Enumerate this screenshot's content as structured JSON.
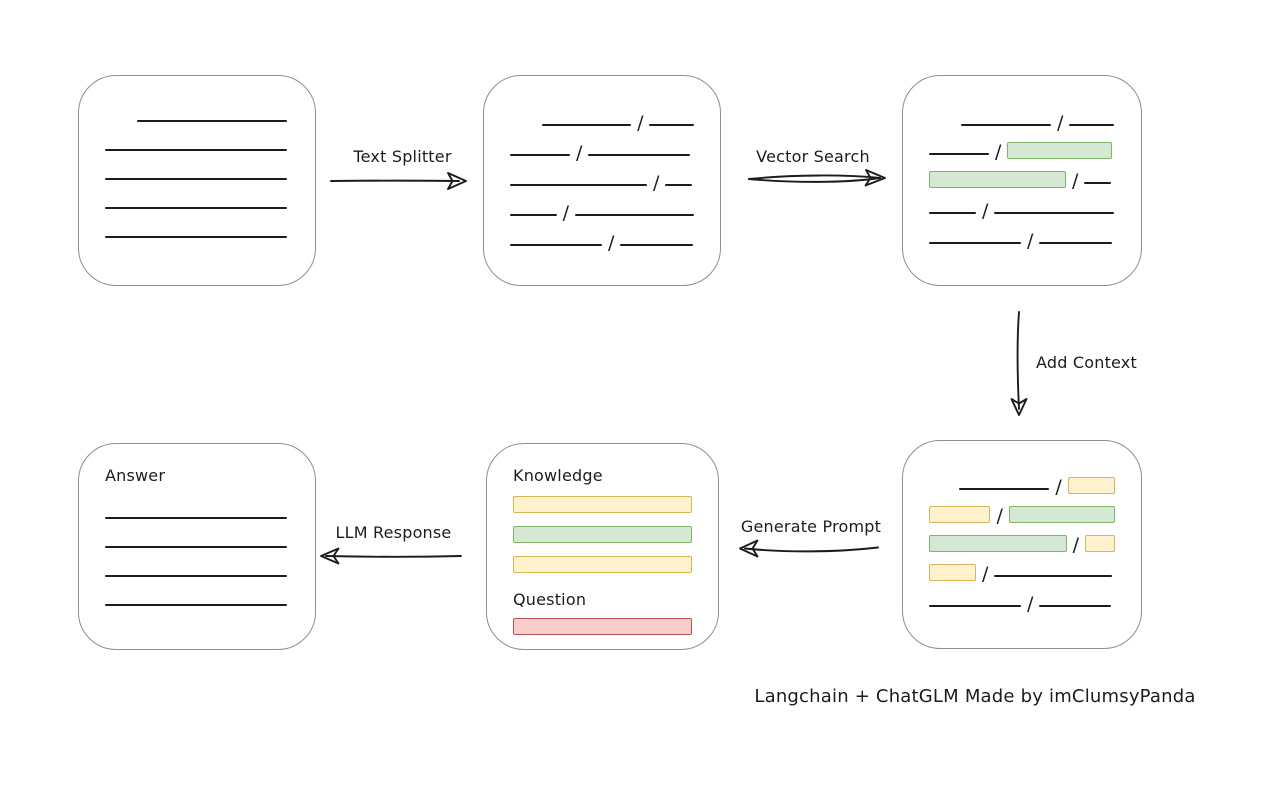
{
  "caption": "Langchain + ChatGLM Made by imClumsyPanda",
  "separator": "/",
  "arrows": {
    "text_splitter": "Text Splitter",
    "vector_search": "Vector Search",
    "add_context": "Add Context",
    "generate_prompt": "Generate Prompt",
    "llm_response": "LLM Response"
  },
  "colors": {
    "ink": "#1c1c1c",
    "box_border": "#8f8f8f",
    "green_fill": "#d5e8d4",
    "green_border": "#82b366",
    "yellow_fill": "#fff2cc",
    "yellow_border": "#d6b656",
    "red_fill": "#f8cecc",
    "red_border": "#b85450"
  },
  "boxes": {
    "document": {
      "rows": [
        {
          "indent": 32,
          "segs": [
            {
              "t": "line",
              "w": 150
            }
          ]
        },
        {
          "mt": 15,
          "segs": [
            {
              "t": "line",
              "w": 182
            }
          ]
        },
        {
          "mt": 15,
          "segs": [
            {
              "t": "line",
              "w": 182
            }
          ]
        },
        {
          "mt": 15,
          "segs": [
            {
              "t": "line",
              "w": 182
            }
          ]
        },
        {
          "mt": 15,
          "segs": [
            {
              "t": "line",
              "w": 182
            }
          ]
        }
      ]
    },
    "split_text": {
      "rows": [
        {
          "indent": 32,
          "segs": [
            {
              "t": "line",
              "w": 90
            },
            {
              "t": "slash"
            },
            {
              "t": "line",
              "w": 45
            }
          ]
        },
        {
          "mt": 16,
          "segs": [
            {
              "t": "line",
              "w": 60
            },
            {
              "t": "slash"
            },
            {
              "t": "line",
              "w": 102
            }
          ]
        },
        {
          "mt": 16,
          "segs": [
            {
              "t": "line",
              "w": 137
            },
            {
              "t": "slash"
            },
            {
              "t": "line",
              "w": 27
            }
          ]
        },
        {
          "mt": 16,
          "segs": [
            {
              "t": "line",
              "w": 47
            },
            {
              "t": "slash"
            },
            {
              "t": "line",
              "w": 120
            }
          ]
        },
        {
          "mt": 16,
          "segs": [
            {
              "t": "line",
              "w": 92
            },
            {
              "t": "slash"
            },
            {
              "t": "line",
              "w": 73
            }
          ]
        }
      ]
    },
    "vector_result": {
      "rows": [
        {
          "indent": 32,
          "segs": [
            {
              "t": "line",
              "w": 90
            },
            {
              "t": "slash"
            },
            {
              "t": "line",
              "w": 45
            }
          ]
        },
        {
          "mt": 16,
          "segs": [
            {
              "t": "line",
              "w": 60
            },
            {
              "t": "slash"
            },
            {
              "t": "green",
              "w": 105
            }
          ]
        },
        {
          "mt": 16,
          "segs": [
            {
              "t": "green",
              "w": 137
            },
            {
              "t": "slash"
            },
            {
              "t": "line",
              "w": 27
            }
          ]
        },
        {
          "mt": 16,
          "segs": [
            {
              "t": "line",
              "w": 47
            },
            {
              "t": "slash"
            },
            {
              "t": "line",
              "w": 120
            }
          ]
        },
        {
          "mt": 16,
          "segs": [
            {
              "t": "line",
              "w": 92
            },
            {
              "t": "slash"
            },
            {
              "t": "line",
              "w": 73
            }
          ]
        }
      ]
    },
    "context_result": {
      "rows": [
        {
          "indent": 30,
          "segs": [
            {
              "t": "line",
              "w": 92
            },
            {
              "t": "slash"
            },
            {
              "t": "yellow",
              "w": 48
            }
          ]
        },
        {
          "mt": 16,
          "segs": [
            {
              "t": "yellow",
              "w": 62
            },
            {
              "t": "slash"
            },
            {
              "t": "green",
              "w": 107
            }
          ]
        },
        {
          "mt": 16,
          "segs": [
            {
              "t": "green",
              "w": 138
            },
            {
              "t": "slash"
            },
            {
              "t": "yellow",
              "w": 30
            }
          ]
        },
        {
          "mt": 16,
          "segs": [
            {
              "t": "yellow",
              "w": 47
            },
            {
              "t": "slash"
            },
            {
              "t": "line",
              "w": 118
            }
          ]
        },
        {
          "mt": 16,
          "segs": [
            {
              "t": "line",
              "w": 92
            },
            {
              "t": "slash"
            },
            {
              "t": "line",
              "w": 72
            }
          ]
        }
      ]
    },
    "prompt": {
      "rows": [
        {
          "segs": [
            {
              "t": "label",
              "text": "Knowledge",
              "name": "knowledge-label"
            }
          ]
        },
        {
          "mt": 11,
          "segs": [
            {
              "t": "yellow",
              "w": 180
            }
          ]
        },
        {
          "mt": 13,
          "segs": [
            {
              "t": "green",
              "w": 180
            }
          ]
        },
        {
          "mt": 13,
          "segs": [
            {
              "t": "yellow",
              "w": 180
            }
          ]
        },
        {
          "mt": 17,
          "segs": [
            {
              "t": "label",
              "text": "Question",
              "name": "question-label"
            }
          ]
        },
        {
          "mt": 9,
          "segs": [
            {
              "t": "red",
              "w": 180
            }
          ]
        }
      ]
    },
    "answer": {
      "rows": [
        {
          "segs": [
            {
              "t": "label",
              "text": "Answer",
              "name": "answer-label"
            }
          ]
        },
        {
          "mt": 20,
          "segs": [
            {
              "t": "line",
              "w": 182
            }
          ]
        },
        {
          "mt": 15,
          "segs": [
            {
              "t": "line",
              "w": 182
            }
          ]
        },
        {
          "mt": 15,
          "segs": [
            {
              "t": "line",
              "w": 182
            }
          ]
        },
        {
          "mt": 15,
          "segs": [
            {
              "t": "line",
              "w": 182
            }
          ]
        }
      ]
    }
  }
}
